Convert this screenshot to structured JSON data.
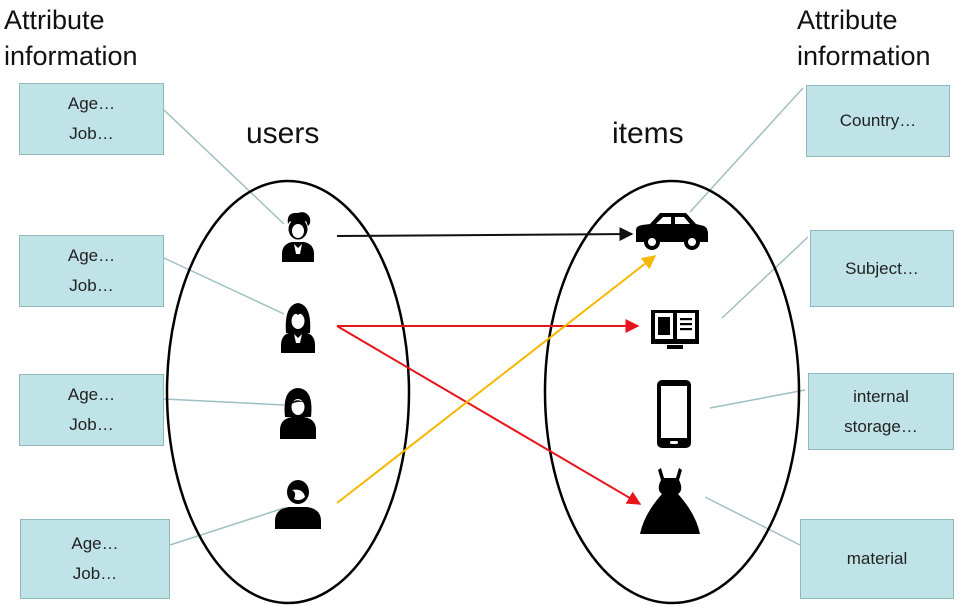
{
  "headings": {
    "left": [
      "Attribute",
      "information"
    ],
    "right": [
      "Attribute",
      "information"
    ]
  },
  "sets": {
    "users_label": "users",
    "items_label": "items"
  },
  "user_attribute_boxes": [
    {
      "lines": [
        "Age…",
        "Job…"
      ]
    },
    {
      "lines": [
        "Age…",
        "Job…"
      ]
    },
    {
      "lines": [
        "Age…",
        "Job…"
      ]
    },
    {
      "lines": [
        "Age…",
        "Job…"
      ]
    }
  ],
  "item_attribute_boxes": [
    {
      "lines": [
        "Country…"
      ]
    },
    {
      "lines": [
        "Subject…"
      ]
    },
    {
      "lines": [
        "internal",
        "storage…"
      ]
    },
    {
      "lines": [
        "material"
      ]
    }
  ],
  "users": [
    {
      "icon": "boy-user-icon"
    },
    {
      "icon": "girl-user-icon"
    },
    {
      "icon": "woman-user-icon"
    },
    {
      "icon": "man-user-icon"
    }
  ],
  "items": [
    {
      "icon": "car-icon"
    },
    {
      "icon": "book-icon"
    },
    {
      "icon": "smartphone-icon"
    },
    {
      "icon": "dress-icon"
    }
  ],
  "interactions": [
    {
      "from": 0,
      "to": 0,
      "color": "#111111"
    },
    {
      "from": 1,
      "to": 1,
      "color": "#e8141c"
    },
    {
      "from": 1,
      "to": 3,
      "color": "#e8141c"
    },
    {
      "from": 3,
      "to": 0,
      "color": "#f5b800"
    }
  ],
  "colors": {
    "box_fill": "#bfe3e6",
    "connector": "#9fbfc2"
  }
}
